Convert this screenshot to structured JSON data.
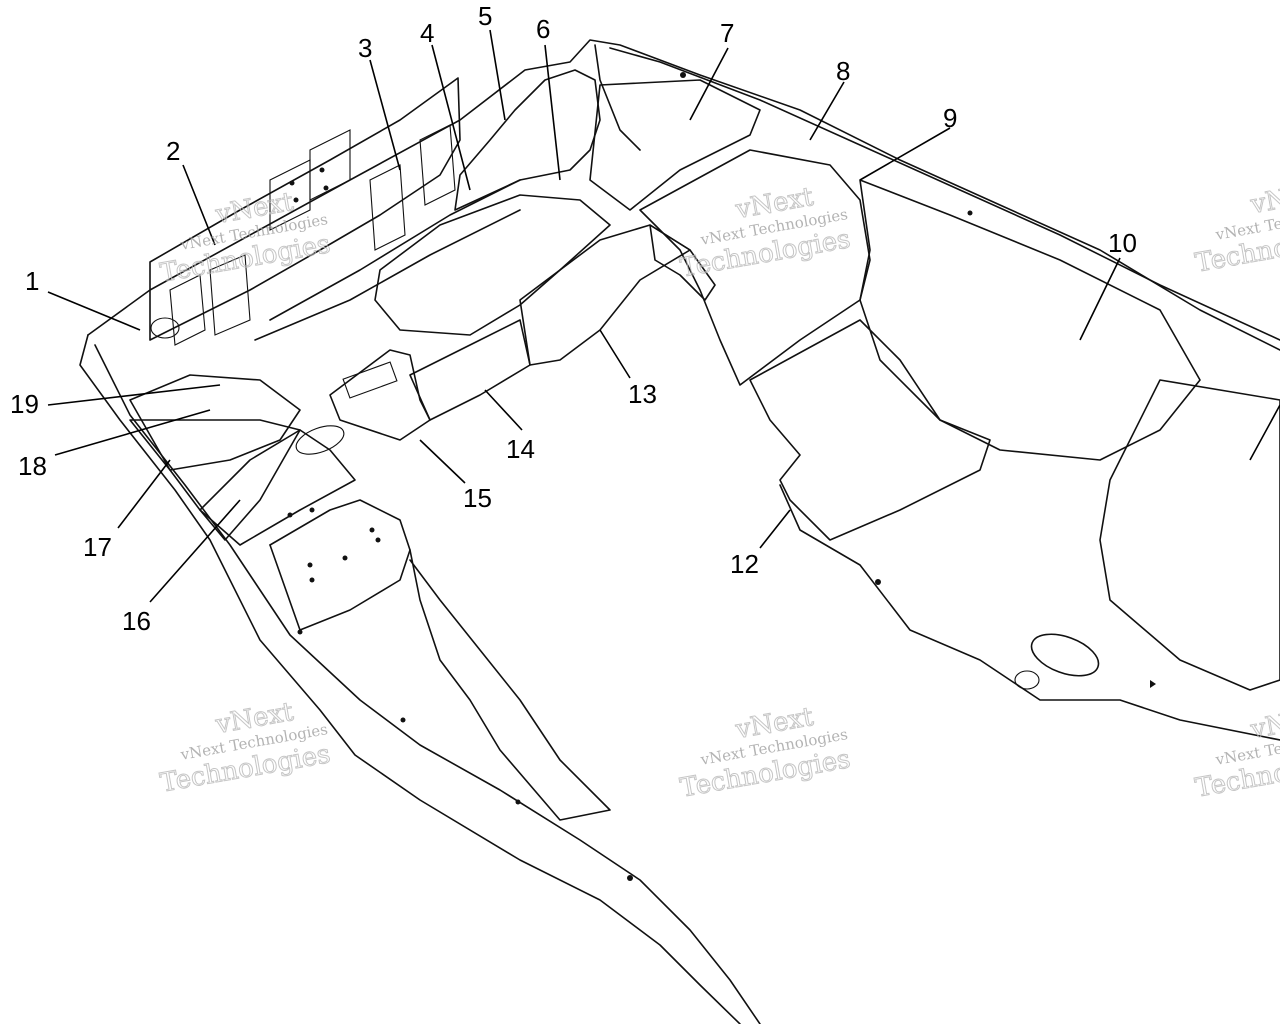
{
  "callouts": [
    {
      "id": 1,
      "label": "1"
    },
    {
      "id": 2,
      "label": "2"
    },
    {
      "id": 3,
      "label": "3"
    },
    {
      "id": 4,
      "label": "4"
    },
    {
      "id": 5,
      "label": "5"
    },
    {
      "id": 6,
      "label": "6"
    },
    {
      "id": 7,
      "label": "7"
    },
    {
      "id": 8,
      "label": "8"
    },
    {
      "id": 9,
      "label": "9"
    },
    {
      "id": 10,
      "label": "10"
    },
    {
      "id": 12,
      "label": "12"
    },
    {
      "id": 13,
      "label": "13"
    },
    {
      "id": 14,
      "label": "14"
    },
    {
      "id": 15,
      "label": "15"
    },
    {
      "id": 16,
      "label": "16"
    },
    {
      "id": 17,
      "label": "17"
    },
    {
      "id": 18,
      "label": "18"
    },
    {
      "id": 19,
      "label": "19"
    }
  ],
  "watermark": {
    "line1": "vNext Technologies",
    "line2": "vNext",
    "line3": "Technologies"
  }
}
